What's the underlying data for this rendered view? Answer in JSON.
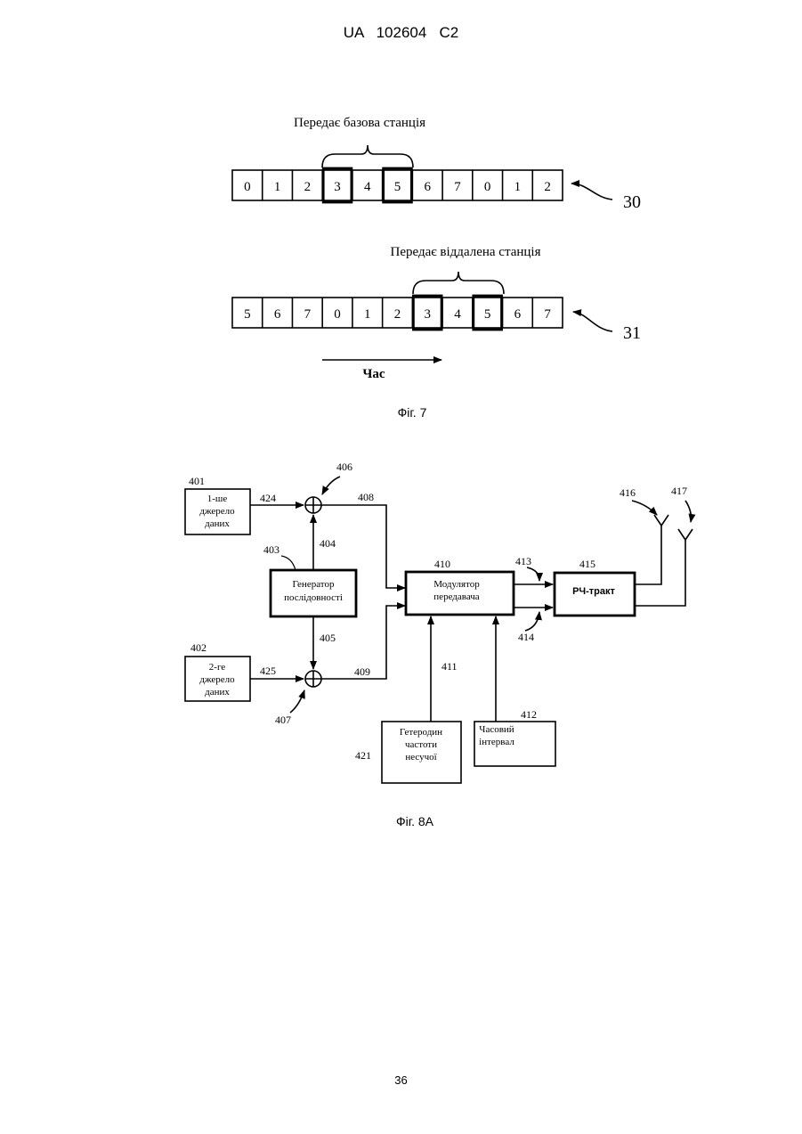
{
  "header": {
    "doc_id": "UA   102604   C2"
  },
  "fig7": {
    "label_base": "Передає базова станція",
    "label_remote": "Передає віддалена станція",
    "row1_slots": [
      "0",
      "1",
      "2",
      "3",
      "4",
      "5",
      "6",
      "7",
      "0",
      "1",
      "2"
    ],
    "row2_slots": [
      "5",
      "6",
      "7",
      "0",
      "1",
      "2",
      "3",
      "4",
      "5",
      "6",
      "7"
    ],
    "ref_row1": "30",
    "ref_row2": "31",
    "time_label": "Час",
    "caption": "Фіг. 7"
  },
  "fig8a": {
    "caption": "Фіг. 8А",
    "blocks": {
      "src1": {
        "ref": "401",
        "lines": [
          "1-ше",
          "джерело",
          "даних"
        ]
      },
      "src2": {
        "ref": "402",
        "lines": [
          "2-ге",
          "джерело",
          "даних"
        ]
      },
      "seqgen": {
        "ref": "403",
        "lines": [
          "Генератор",
          "послідовності"
        ]
      },
      "modulator": {
        "ref": "410",
        "lines": [
          "Модулятор",
          "передавача"
        ]
      },
      "rf": {
        "ref": "415",
        "lines": [
          "РЧ-тракт"
        ]
      },
      "lo": {
        "ref": "421",
        "lines": [
          "Гетеродин",
          "частоти",
          "несучої"
        ]
      },
      "timeslot": {
        "ref": "412",
        "lines": [
          "Часовий",
          "інтервал"
        ]
      }
    },
    "refs": {
      "xor_top": "406",
      "xor_bottom": "407",
      "line_424": "424",
      "line_425": "425",
      "line_404": "404",
      "line_405": "405",
      "line_408": "408",
      "line_409": "409",
      "line_411": "411",
      "line_413": "413",
      "line_414": "414",
      "antenna1": "416",
      "antenna2": "417"
    }
  },
  "page_number": "36"
}
